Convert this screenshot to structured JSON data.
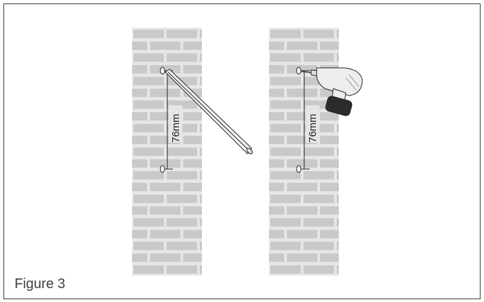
{
  "figure": {
    "caption": "Figure 3"
  },
  "walls": [
    {
      "id": "left",
      "measurement_label": "76mm",
      "tool": "drill-bit"
    },
    {
      "id": "right",
      "measurement_label": "76mm",
      "tool": "power-drill"
    }
  ],
  "colors": {
    "wall_grout": "#e6e6e6",
    "brick": "#c9c9c9",
    "border": "#3a3a3a",
    "drill_body": "#eeeeee",
    "drill_battery": "#2b2b2b"
  }
}
